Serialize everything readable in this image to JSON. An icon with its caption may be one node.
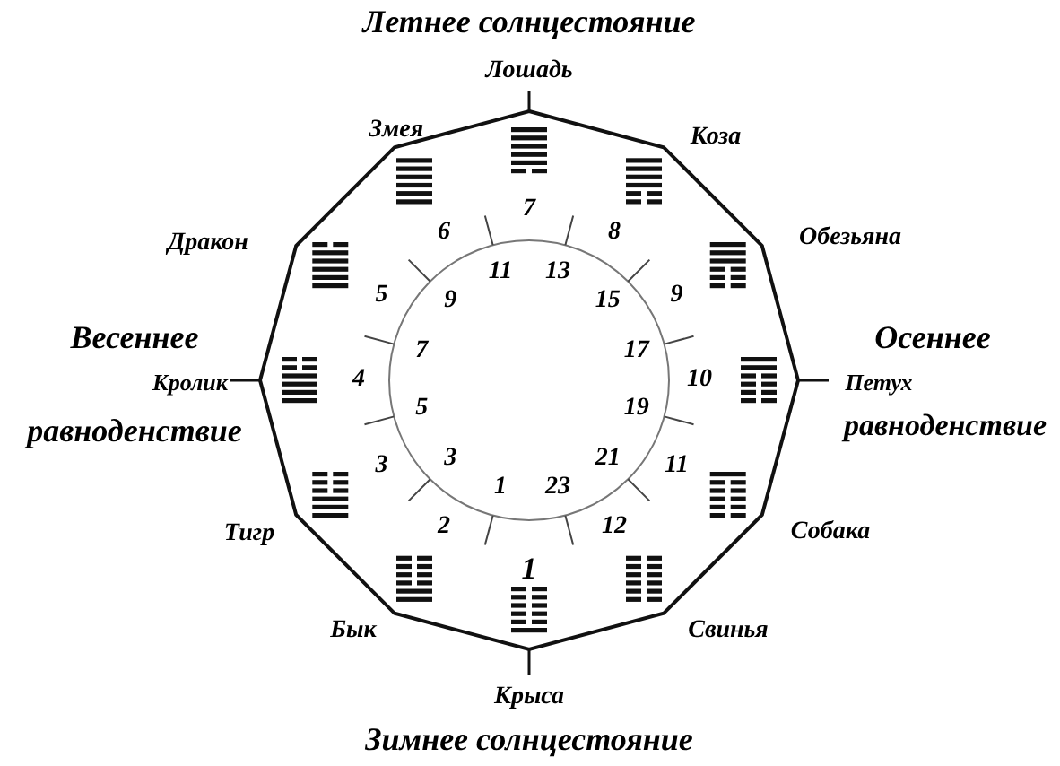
{
  "diagram": {
    "title": "Летнее солнцестояние",
    "labels": [
      "Лошадь",
      "Змея",
      "Коза",
      "Дракон",
      "Обезьяна",
      "Весеннее",
      "Осеннее",
      "Кролик",
      "Петух",
      "равноденствие",
      "равноденствие",
      "Тигр",
      "Собака",
      "Бык",
      "Свинья",
      "Крыса",
      "Зимнее солнцестояние",
      "7",
      "6",
      "8",
      "5",
      "9",
      "4",
      "10",
      "3",
      "11",
      "2",
      "12",
      "1",
      "11",
      "13",
      "9",
      "15",
      "7",
      "17",
      "5",
      "19",
      "3",
      "21",
      "1",
      "23"
    ]
  }
}
